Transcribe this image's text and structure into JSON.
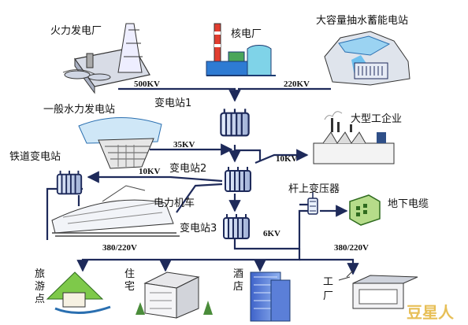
{
  "plants": {
    "thermal": "火力发电厂",
    "nuclear": "核电厂",
    "pumped_storage": "大容量抽水蓄能电站",
    "hydro": "一般水力发电站"
  },
  "stations": {
    "s1": "变电站1",
    "s2": "变电站2",
    "s3": "变电站3",
    "railway": "铁道变电站",
    "pole": "杆上变压器"
  },
  "consumers": {
    "industry": "大型工企业",
    "cable": "地下电缆",
    "locomotive": "电力机车",
    "tourism": [
      "旅",
      "游",
      "点"
    ],
    "housing": [
      "住",
      "宅"
    ],
    "hotel": [
      "酒",
      "店"
    ],
    "factory": [
      "工",
      "厂"
    ]
  },
  "voltages": {
    "v500": "500KV",
    "v220": "220KV",
    "v35": "35KV",
    "v10a": "10KV",
    "v10b": "10KV",
    "v6": "6KV",
    "v380a": "380/220V",
    "v380b": "380/220V"
  },
  "watermark": "豆星人"
}
